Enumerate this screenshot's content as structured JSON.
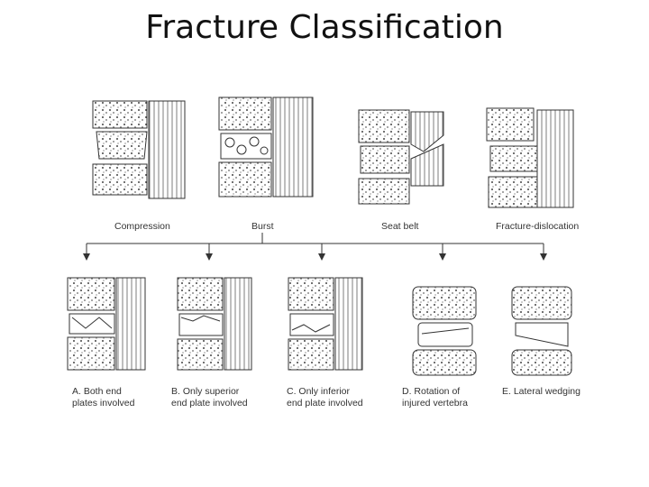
{
  "slide": {
    "title": "Fracture Classification"
  },
  "top_row": {
    "labels": [
      "Compression",
      "Burst",
      "Seat belt",
      "Fracture-dislocation"
    ]
  },
  "bottom_row": {
    "labels": [
      "A. Both end\nplates involved",
      "B. Only superior\nend plate involved",
      "C. Only inferior\nend plate involved",
      "D. Rotation of\ninjured vertebra",
      "E. Lateral wedging"
    ]
  },
  "colors": {
    "ink": "#333333",
    "title": "#111111"
  }
}
